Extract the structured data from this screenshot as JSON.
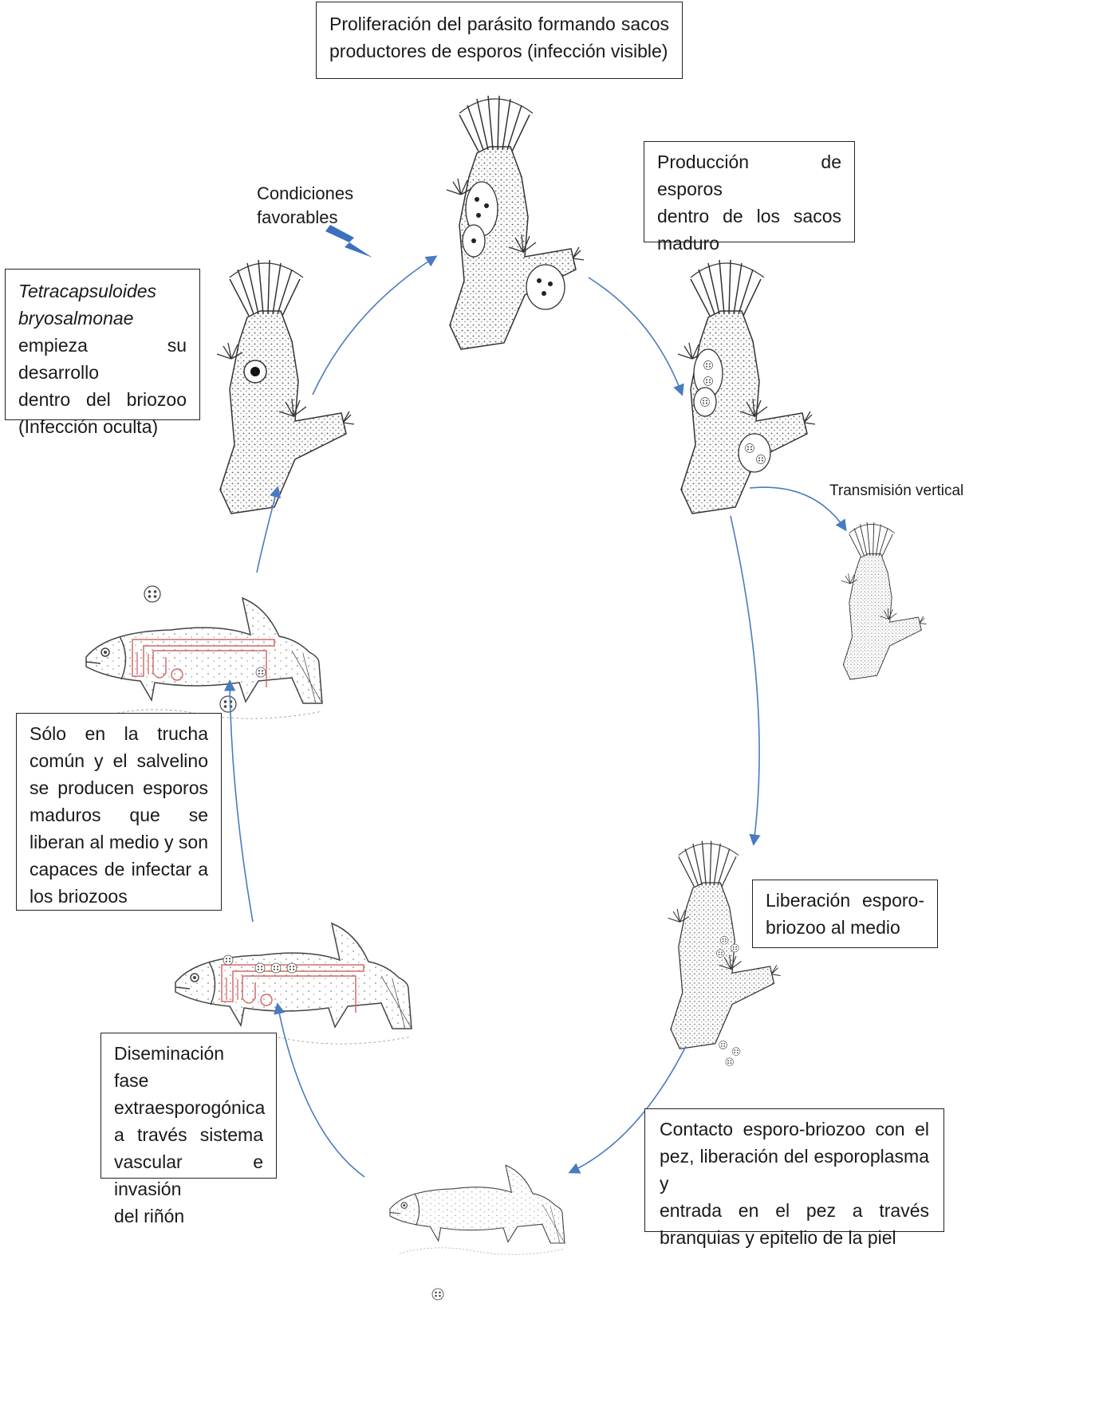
{
  "labels": {
    "proliferation": "Proliferación del parásito formando sacos productores de esporos (infección visible)",
    "spore_production": "Producción de esporos dentro de los sacos maduro",
    "start_species": "Tetracapsuloides bryosalmonae",
    "start_rest": "empieza su desarrollo dentro del briozoo (Infección oculta)",
    "favorable": "Condiciones favorables",
    "vertical": "Transmisión vertical",
    "release": "Liberación esporo-briozoo al medio",
    "contact": "Contacto esporo-briozoo con el pez, liberación del esporoplasma y entrada en el pez a través branquias y epitelio de la piel",
    "dissemination": "Diseminación fase extraesporogónica a través sistema vascular e invasión del riñón",
    "only_trout": "Sólo en la trucha común y el salvelino se producen esporos maduros que se liberan al medio y son capaces de infectar a los briozoos"
  },
  "lines": {
    "proliferation": [
      "Proliferación del parásito formando sacos",
      "productores de esporos (infección visible)"
    ],
    "spore_production": [
      "Producción de esporos",
      "dentro de los sacos",
      "maduro"
    ],
    "start_species": [
      "Tetracapsuloides",
      "bryosalmonae"
    ],
    "start_rest": [
      "empieza su desarrollo",
      "dentro del briozoo",
      "(Infección oculta)"
    ],
    "favorable": [
      "Condiciones",
      "favorables"
    ],
    "release": [
      "Liberación esporo-",
      "briozoo al medio"
    ],
    "contact": [
      "Contacto esporo-briozoo con el",
      "pez, liberación del esporoplasma y",
      "entrada en el pez a través",
      "branquias y epitelio de la piel"
    ],
    "dissemination": [
      "Diseminación fase",
      "extraesporogónica",
      "a través sistema",
      "vascular e invasión",
      "del riñón"
    ],
    "only_trout": [
      "Sólo en la trucha",
      "común y el salvelino",
      "se producen esporos",
      "maduros que se",
      "liberan al medio y son",
      "capaces de infectar a",
      "los briozoos"
    ]
  },
  "colors": {
    "arrow": "#4a7bbf",
    "vessels": "#d46a6a",
    "lightning": "#3d6fc0"
  }
}
